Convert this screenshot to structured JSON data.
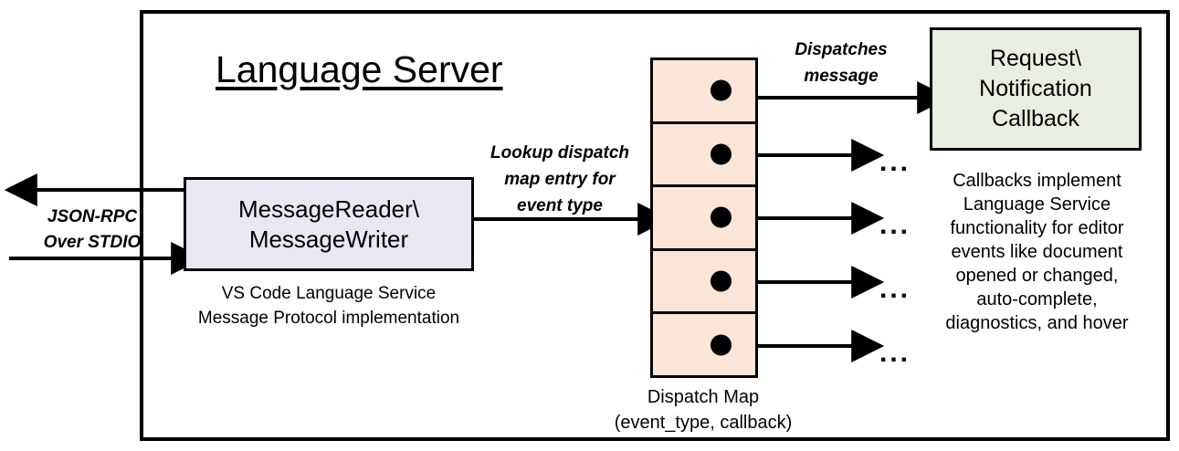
{
  "diagram": {
    "title": "Language Server",
    "external_io": {
      "label_line1": "JSON-RPC",
      "label_line2": "Over STDIO",
      "outbound_arrow": "arrow-left-out",
      "inbound_arrow": "arrow-right-in"
    },
    "reader_box": {
      "line1": "MessageReader\\",
      "line2": "MessageWriter",
      "fill": "#EAE7F2",
      "caption_line1": "VS Code Language Service",
      "caption_line2": "Message Protocol implementation"
    },
    "lookup_label": {
      "line1": "Lookup dispatch",
      "line2": "map entry for",
      "line3": "event type"
    },
    "dispatch_map": {
      "fill": "#FBE5D6",
      "row_count": 5,
      "rows": [
        {
          "dot": "callback-dot"
        },
        {
          "dot": "callback-dot"
        },
        {
          "dot": "callback-dot"
        },
        {
          "dot": "callback-dot"
        },
        {
          "dot": "callback-dot"
        }
      ],
      "caption_line1": "Dispatch Map",
      "caption_line2": "(event_type, callback)"
    },
    "dispatch_message_label": {
      "line1": "Dispatches",
      "line2": "message"
    },
    "callback_box": {
      "line1": "Request\\",
      "line2": "Notification",
      "line3": "Callback",
      "fill": "#E8EFDE",
      "caption": "Callbacks implement Language Service functionality for editor events like document opened or changed, auto-complete, diagnostics, and hover",
      "caption_lines": [
        "Callbacks implement",
        "Language Service",
        "functionality for editor",
        "events like document",
        "opened or changed,",
        "auto-complete,",
        "diagnostics, and hover"
      ]
    },
    "ellipses": [
      "...",
      "...",
      "...",
      "..."
    ],
    "colors": {
      "stroke": "#000000",
      "background": "#FFFFFF"
    }
  }
}
